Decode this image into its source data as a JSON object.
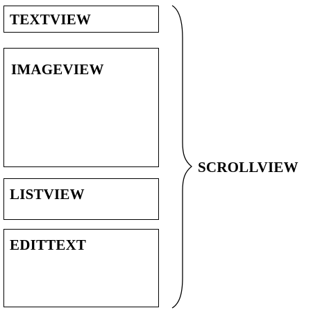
{
  "diagram": {
    "boxes": [
      {
        "id": "textview",
        "label": "TEXTVIEW"
      },
      {
        "id": "imageview",
        "label": "IMAGEVIEW"
      },
      {
        "id": "listview",
        "label": "LISTVIEW"
      },
      {
        "id": "edittext",
        "label": "EDITTEXT"
      }
    ],
    "container_label": "SCROLLVIEW",
    "colors": {
      "stroke": "#000000",
      "background": "#ffffff"
    }
  }
}
